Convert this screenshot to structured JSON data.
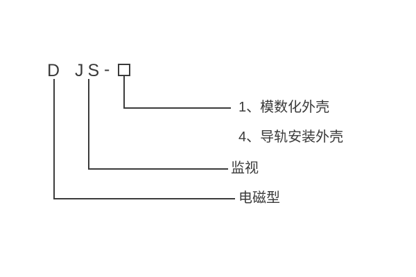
{
  "page": {
    "background": "#ffffff",
    "line_color": "#3a3a3a",
    "text_color": "#3a3a3a"
  },
  "model_code": {
    "letter_d": "D",
    "letters_js": "JS",
    "separator": "-"
  },
  "labels": {
    "box_option_1": "1、模数化外壳",
    "box_option_4": "4、导轨安装外壳",
    "js_meaning": "监视",
    "d_meaning": "电磁型"
  }
}
